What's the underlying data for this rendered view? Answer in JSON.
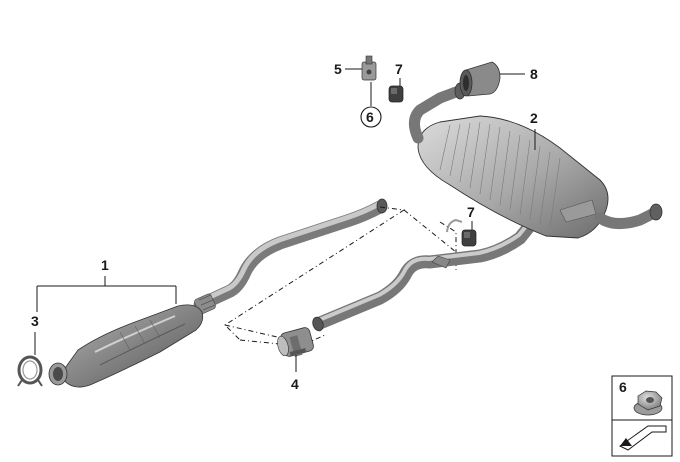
{
  "diagram": {
    "callouts": {
      "c1": "1",
      "c2": "2",
      "c3": "3",
      "c4": "4",
      "c5": "5",
      "c6_circled": "6",
      "c7_top": "7",
      "c7_mid": "7",
      "c8": "8"
    },
    "inset": {
      "label": "6"
    }
  },
  "colors": {
    "part_fill_light": "#c4c4c4",
    "part_fill_mid": "#9a9a9a",
    "part_fill_dark": "#6a6a6a",
    "line": "#1a1a1a"
  }
}
